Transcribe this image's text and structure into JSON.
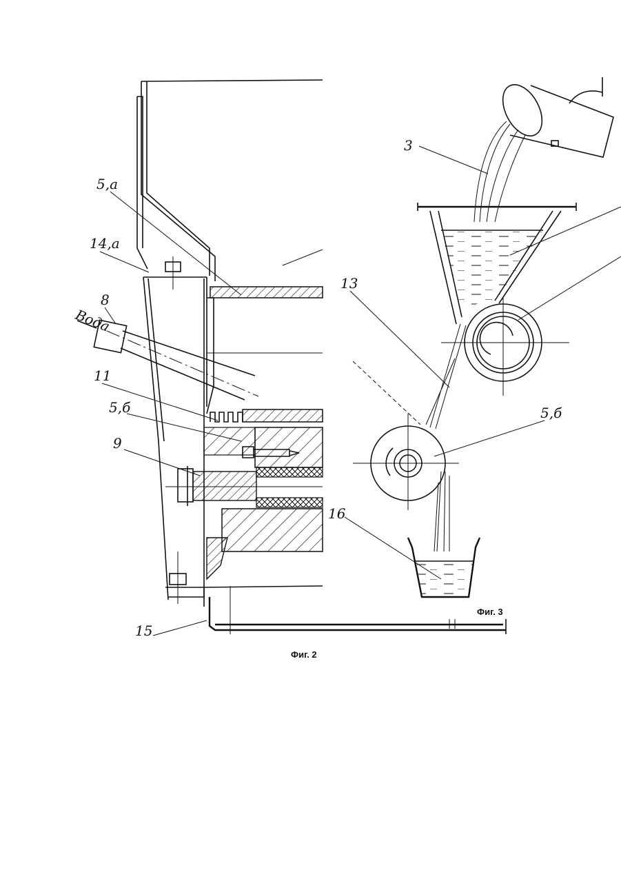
{
  "figures": {
    "fig2": {
      "caption": "Фиг. 2",
      "labels": {
        "l5a": "5,a",
        "l14a": "14,a",
        "l8": "8",
        "water": "Вода",
        "l11": "11",
        "l5b": "5,б",
        "l9": "9",
        "l15": "15"
      }
    },
    "fig3": {
      "caption": "Фиг. 3",
      "labels": {
        "l3": "3",
        "l13": "13",
        "l5b": "5,б",
        "l16": "16"
      }
    }
  }
}
